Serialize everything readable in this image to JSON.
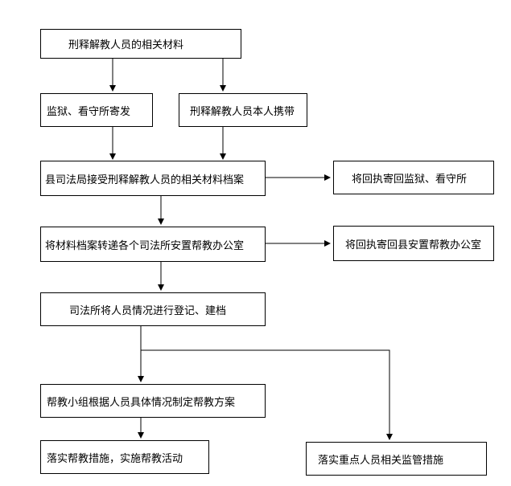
{
  "flowchart": {
    "nodes": {
      "materials": "刑释解教人员的相关材料",
      "prison_mail": "监狱、看守所寄发",
      "self_carry": "刑释解教人员本人携带",
      "county_receive": "县司法局接受刑释解教人员的相关材料档案",
      "receipt_prison": "将回执寄回监狱、看守所",
      "transfer_office": "将材料档案转递各个司法所安置帮教办公室",
      "receipt_county": "将回执寄回县安置帮教办公室",
      "register": "司法所将人员情况进行登记、建档",
      "plan": "帮教小组根据人员具体情况制定帮教方案",
      "implement": "落实帮教措施，实施帮教活动",
      "key_monitor": "落实重点人员相关监管措施"
    },
    "edges": [
      [
        "materials",
        "prison_mail"
      ],
      [
        "materials",
        "self_carry"
      ],
      [
        "prison_mail",
        "county_receive"
      ],
      [
        "self_carry",
        "county_receive"
      ],
      [
        "county_receive",
        "receipt_prison"
      ],
      [
        "county_receive",
        "transfer_office"
      ],
      [
        "transfer_office",
        "receipt_county"
      ],
      [
        "transfer_office",
        "register"
      ],
      [
        "register",
        "plan"
      ],
      [
        "register",
        "key_monitor"
      ],
      [
        "plan",
        "implement"
      ]
    ]
  }
}
